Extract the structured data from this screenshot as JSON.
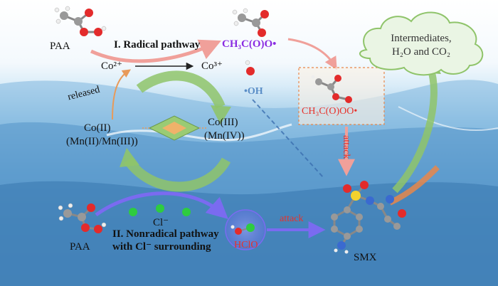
{
  "radical": {
    "paa_label": "PAA",
    "title": "I. Radical pathway",
    "radical_product": "CH₃C(O)O•",
    "oh": "•OH",
    "peroxyl": "CH₃C(O)OO•",
    "attack": "attack"
  },
  "cobalt": {
    "co2": "Co²⁺",
    "co3": "Co³⁺",
    "released": "released",
    "left_line1": "Co(II)",
    "left_line2": "(Mn(II)/Mn(III))",
    "right_line1": "Co(III)",
    "right_line2": "(Mn(IV))"
  },
  "nonradical": {
    "paa_label": "PAA",
    "cl": "Cl⁻",
    "title_line1": "II. Nonradical pathway",
    "title_line2": "with Cl⁻ surrounding",
    "hclo": "HClO",
    "attack": "attack",
    "smx": "SMX"
  },
  "products": {
    "line1": "Intermediates,",
    "line2": "H₂O and CO₂"
  },
  "colors": {
    "purple": "#8a2be2",
    "red": "#e8322b",
    "green_arrow": "#8fc46a",
    "salmon_arrow": "#f0a09a",
    "orange_arrow": "#e89a5a"
  }
}
